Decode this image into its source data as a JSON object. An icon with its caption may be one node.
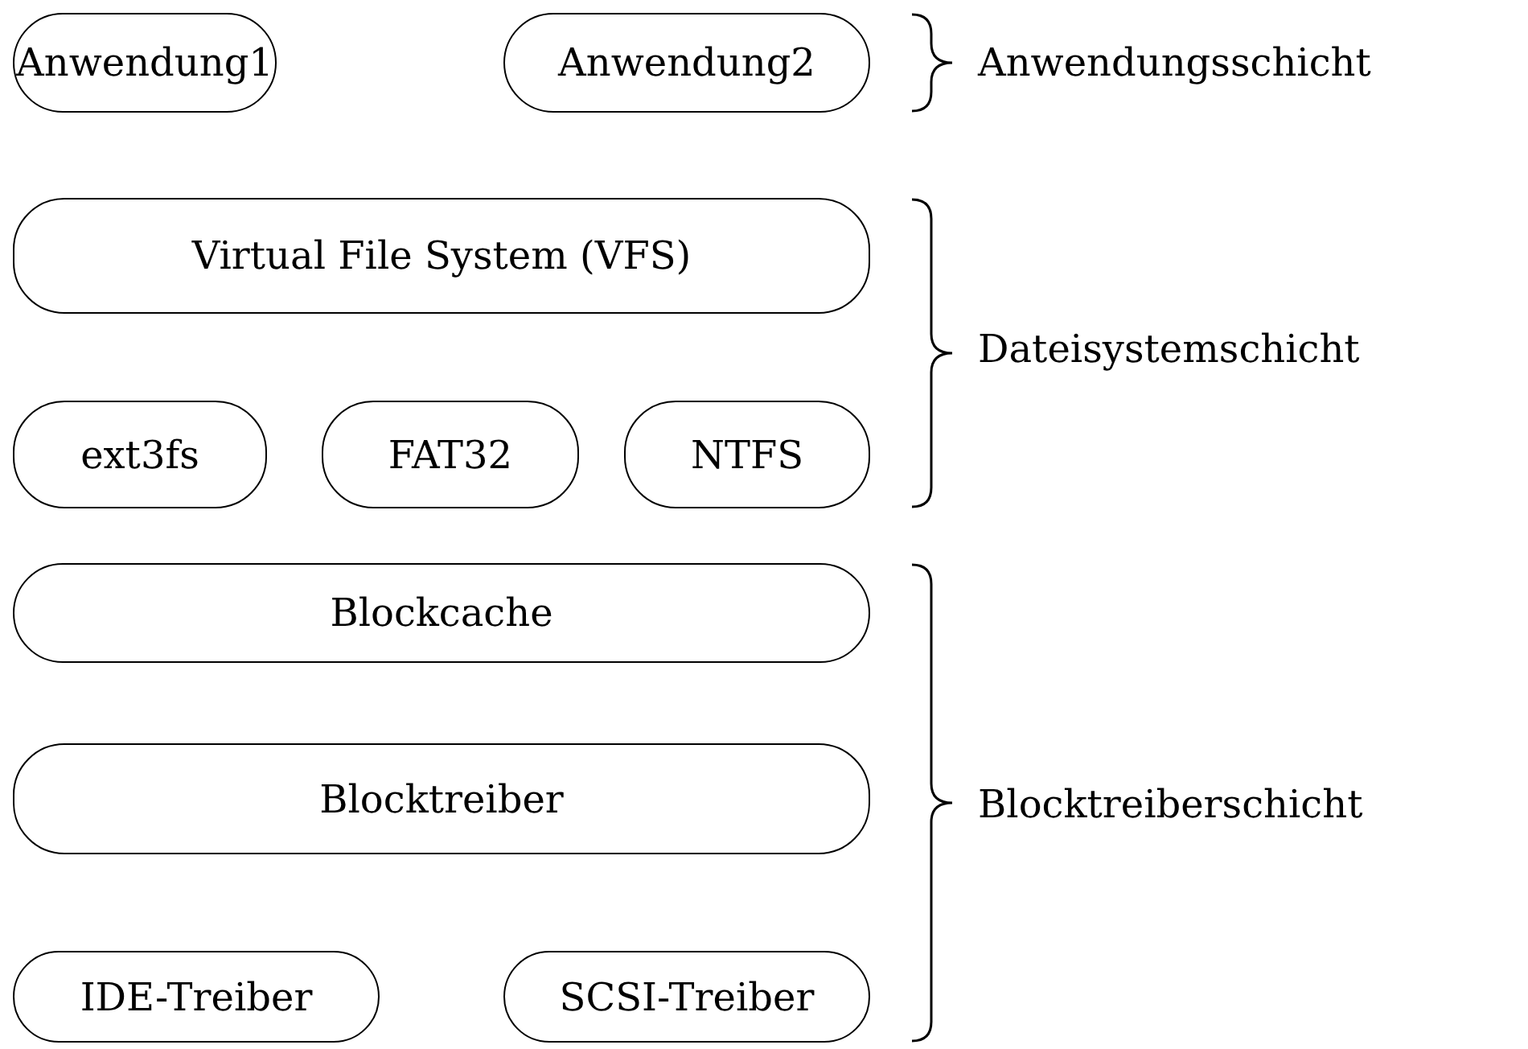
{
  "diagram": {
    "nodes": [
      {
        "text": [
          "Anwendung1"
        ]
      },
      {
        "text": [
          "Anwendung2"
        ]
      },
      {
        "text": [
          "Virtual File System (VFS)"
        ]
      },
      {
        "text": [
          "ext3fs"
        ]
      },
      {
        "text": [
          "FAT32"
        ]
      },
      {
        "text": [
          "NTFS"
        ]
      },
      {
        "text": [
          "Blockcache"
        ]
      },
      {
        "text": [
          "Blocktreiber"
        ]
      },
      {
        "text": [
          "IDE-Treiber"
        ]
      },
      {
        "text": [
          "SCSI-Treiber"
        ]
      }
    ],
    "labels": [
      "Anwendungsschicht",
      "Dateisystemschicht",
      "Blocktreiberschicht"
    ]
  }
}
